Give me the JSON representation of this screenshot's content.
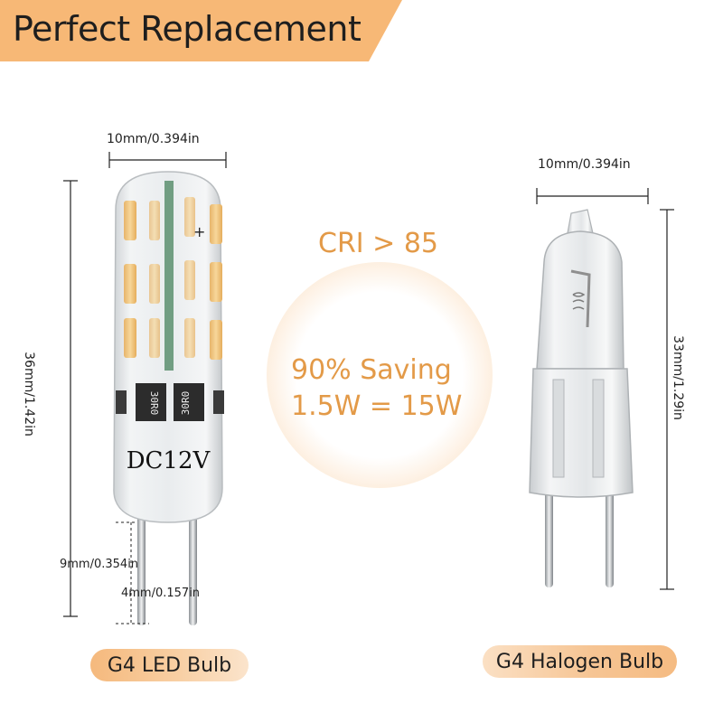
{
  "banner": {
    "title": "Perfect Replacement",
    "color": "#f7b876"
  },
  "led_bulb": {
    "width_label": "10mm/0.394in",
    "height_label": "36mm/1.42in",
    "pin_length_label": "9mm/0.354in",
    "pin_spacing_label": "4mm/0.157in",
    "voltage_marking": "DC12V",
    "resistor_marking": "30R0",
    "polarity_marking": "+",
    "name": "G4 LED Bulb"
  },
  "halogen_bulb": {
    "width_label": "10mm/0.394in",
    "height_label": "33mm/1.29in",
    "name": "G4 Halogen Bulb"
  },
  "center": {
    "cri": "CRI > 85",
    "saving": "90% Saving",
    "equivalence": "1.5W = 15W",
    "accent_color": "#e39a48"
  }
}
